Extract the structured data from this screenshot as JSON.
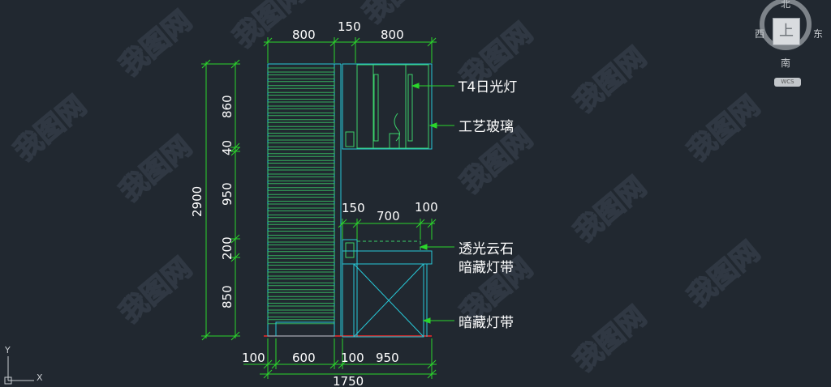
{
  "view_cube": {
    "north": "北",
    "south": "南",
    "west": "西",
    "east": "东",
    "face": "上",
    "wcs": "WCS"
  },
  "ucs_icon": {
    "x": "X",
    "y": "Y"
  },
  "dimensions": {
    "top": [
      "800",
      "150",
      "800"
    ],
    "left_inner": [
      "860",
      "40",
      "950",
      "200",
      "850"
    ],
    "left_total": "2900",
    "counter_top": [
      "150",
      "700",
      "100"
    ],
    "bottom": [
      "100",
      "600",
      "100",
      "950"
    ],
    "bottom_total": "1750"
  },
  "labels": {
    "t4_light": "T4日光灯",
    "art_glass": "工艺玻璃",
    "onyx": "透光云石",
    "hidden_strip_1": "暗藏灯带",
    "hidden_strip_2": "暗藏灯带"
  },
  "watermark": "我图网",
  "colors": {
    "background": "#212830",
    "dimension_line": "#2bd62b",
    "cabinet_outline": "#28c9d8",
    "slats": "#3ad06a",
    "floor": "#c0282a",
    "text": "#ffffff"
  }
}
